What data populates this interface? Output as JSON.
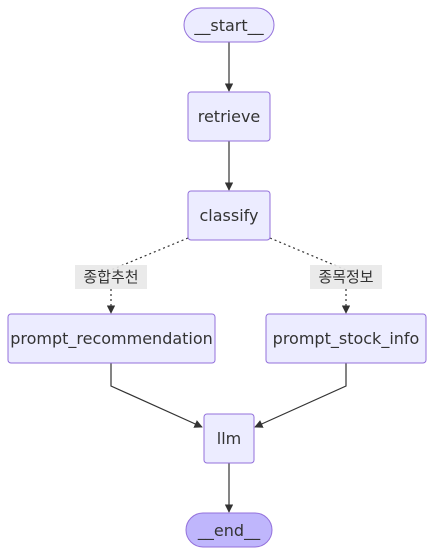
{
  "nodes": {
    "start": "__start__",
    "retrieve": "retrieve",
    "classify": "classify",
    "prompt_recommendation": "prompt_recommendation",
    "prompt_stock_info": "prompt_stock_info",
    "llm": "llm",
    "end": "__end__"
  },
  "edge_labels": {
    "classify_to_recommendation": "종합추천",
    "classify_to_stock_info": "종목정보"
  },
  "colors": {
    "node_fill": "#ECECFF",
    "node_stroke": "#9370DB",
    "end_fill": "#BFB6FC",
    "edge": "#333333",
    "label_bg": "#E8E8E8"
  }
}
